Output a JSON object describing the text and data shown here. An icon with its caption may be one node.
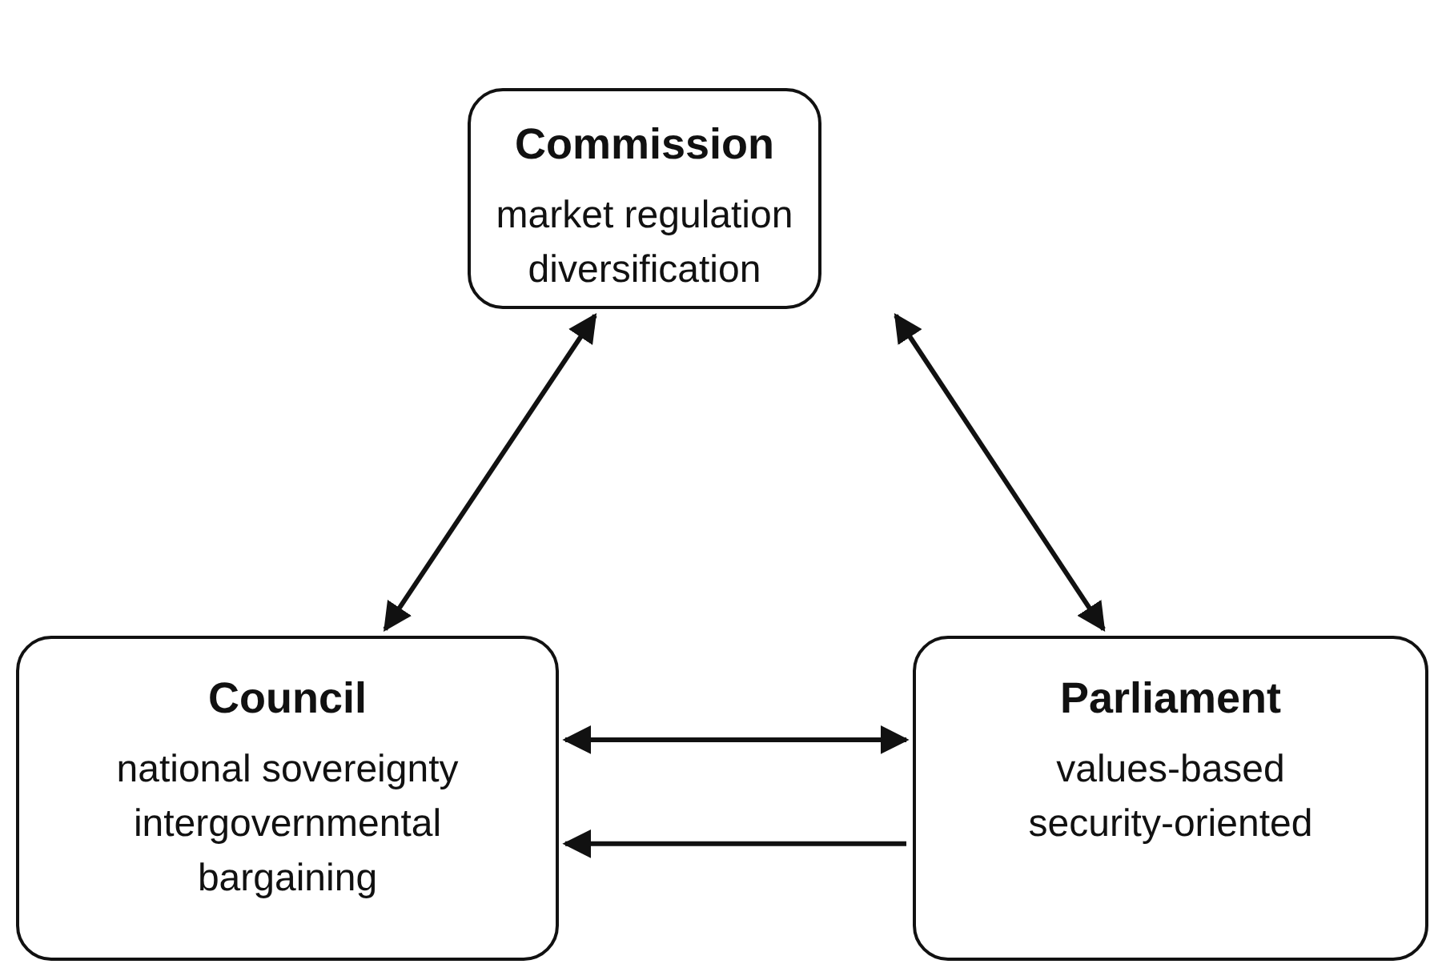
{
  "diagram": {
    "nodes": [
      {
        "text": [
          "Commission",
          "market regulation diversification"
        ]
      },
      {
        "text": [
          "Council",
          "national sovereignty intergovernmental bargaining"
        ]
      },
      {
        "text": [
          "Parliament",
          "values-based security-oriented"
        ]
      }
    ],
    "edges": [
      {
        "from": 0,
        "to": 1,
        "arrow": "both"
      },
      {
        "from": 0,
        "to": 2,
        "arrow": "both"
      },
      {
        "from": 1,
        "to": 2,
        "arrow": "both"
      },
      {
        "from": 2,
        "to": 1,
        "arrow": "to"
      }
    ]
  }
}
